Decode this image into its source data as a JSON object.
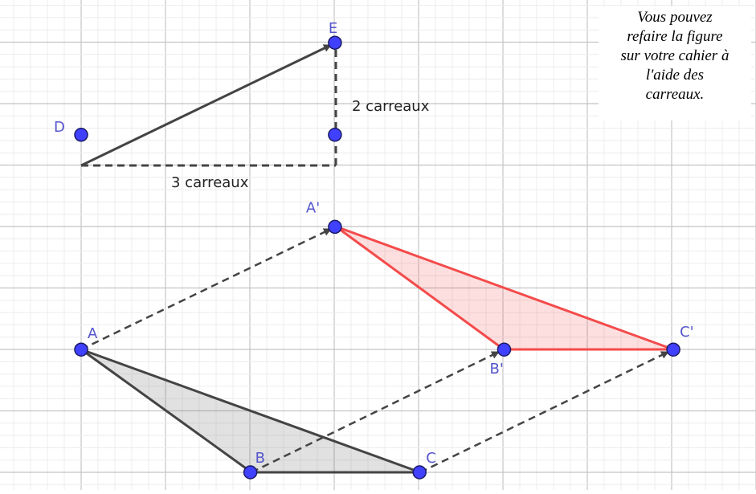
{
  "note": {
    "lines": [
      "Vous pouvez",
      "refaire la figure",
      "sur votre cahier à",
      "l'aide des",
      "carreaux."
    ]
  },
  "labels": {
    "horizontal": "3 carreaux",
    "vertical": "2 carreaux"
  },
  "points": [
    {
      "name": "E",
      "x": 3,
      "y": 7
    },
    {
      "name": "D",
      "x": 0,
      "y": 5.5
    },
    {
      "name": "",
      "x": 3,
      "y": 5.5
    },
    {
      "name": "A'",
      "x": 3,
      "y": 4
    },
    {
      "name": "A",
      "x": 0,
      "y": 2
    },
    {
      "name": "B'",
      "x": 5,
      "y": 2
    },
    {
      "name": "C'",
      "x": 7,
      "y": 2
    },
    {
      "name": "B",
      "x": 2,
      "y": 0
    },
    {
      "name": "C",
      "x": 4,
      "y": 0
    }
  ],
  "colors": {
    "point": "#4040ff",
    "label": "#5555cc",
    "image_triangle": "#f44b4b",
    "original_triangle": "#444444"
  }
}
